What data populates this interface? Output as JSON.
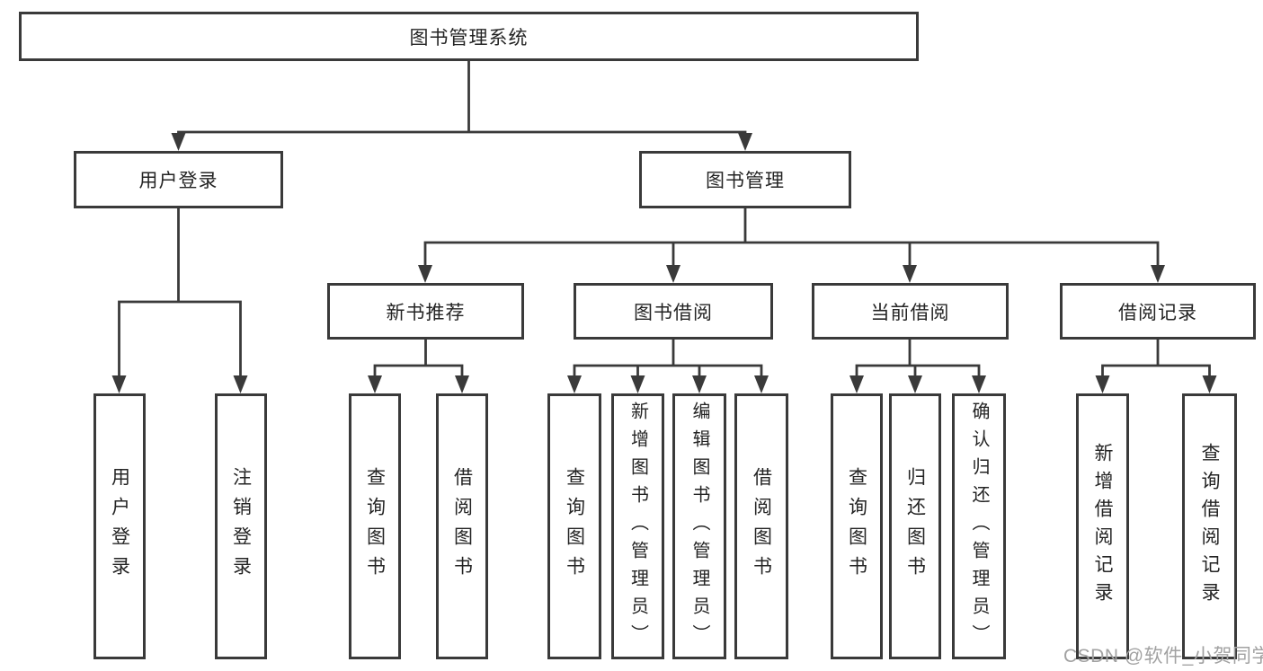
{
  "colors": {
    "background": "#ffffff",
    "line": "#3a3a3a",
    "box_border": "#3a3a3a",
    "text": "#242424",
    "watermark": "#a2a2a2"
  },
  "watermark": {
    "text": "CSDN @软件_小贺同学"
  },
  "diagram": {
    "type": "hierarchy-tree",
    "root": {
      "label": "图书管理系统",
      "children": [
        {
          "label": "用户登录",
          "children": [
            {
              "label": "用户登录"
            },
            {
              "label": "注销登录"
            }
          ]
        },
        {
          "label": "图书管理",
          "children": [
            {
              "label": "新书推荐",
              "children": [
                {
                  "label": "查询图书"
                },
                {
                  "label": "借阅图书"
                }
              ]
            },
            {
              "label": "图书借阅",
              "children": [
                {
                  "label": "查询图书"
                },
                {
                  "label": "新增图书（管理员）"
                },
                {
                  "label": "编辑图书（管理员）"
                },
                {
                  "label": "借阅图书"
                }
              ]
            },
            {
              "label": "当前借阅",
              "children": [
                {
                  "label": "查询图书"
                },
                {
                  "label": "归还图书"
                },
                {
                  "label": "确认归还（管理员）"
                }
              ]
            },
            {
              "label": "借阅记录",
              "children": [
                {
                  "label": "新增借阅记录"
                },
                {
                  "label": "查询借阅记录"
                }
              ]
            }
          ]
        }
      ]
    }
  }
}
